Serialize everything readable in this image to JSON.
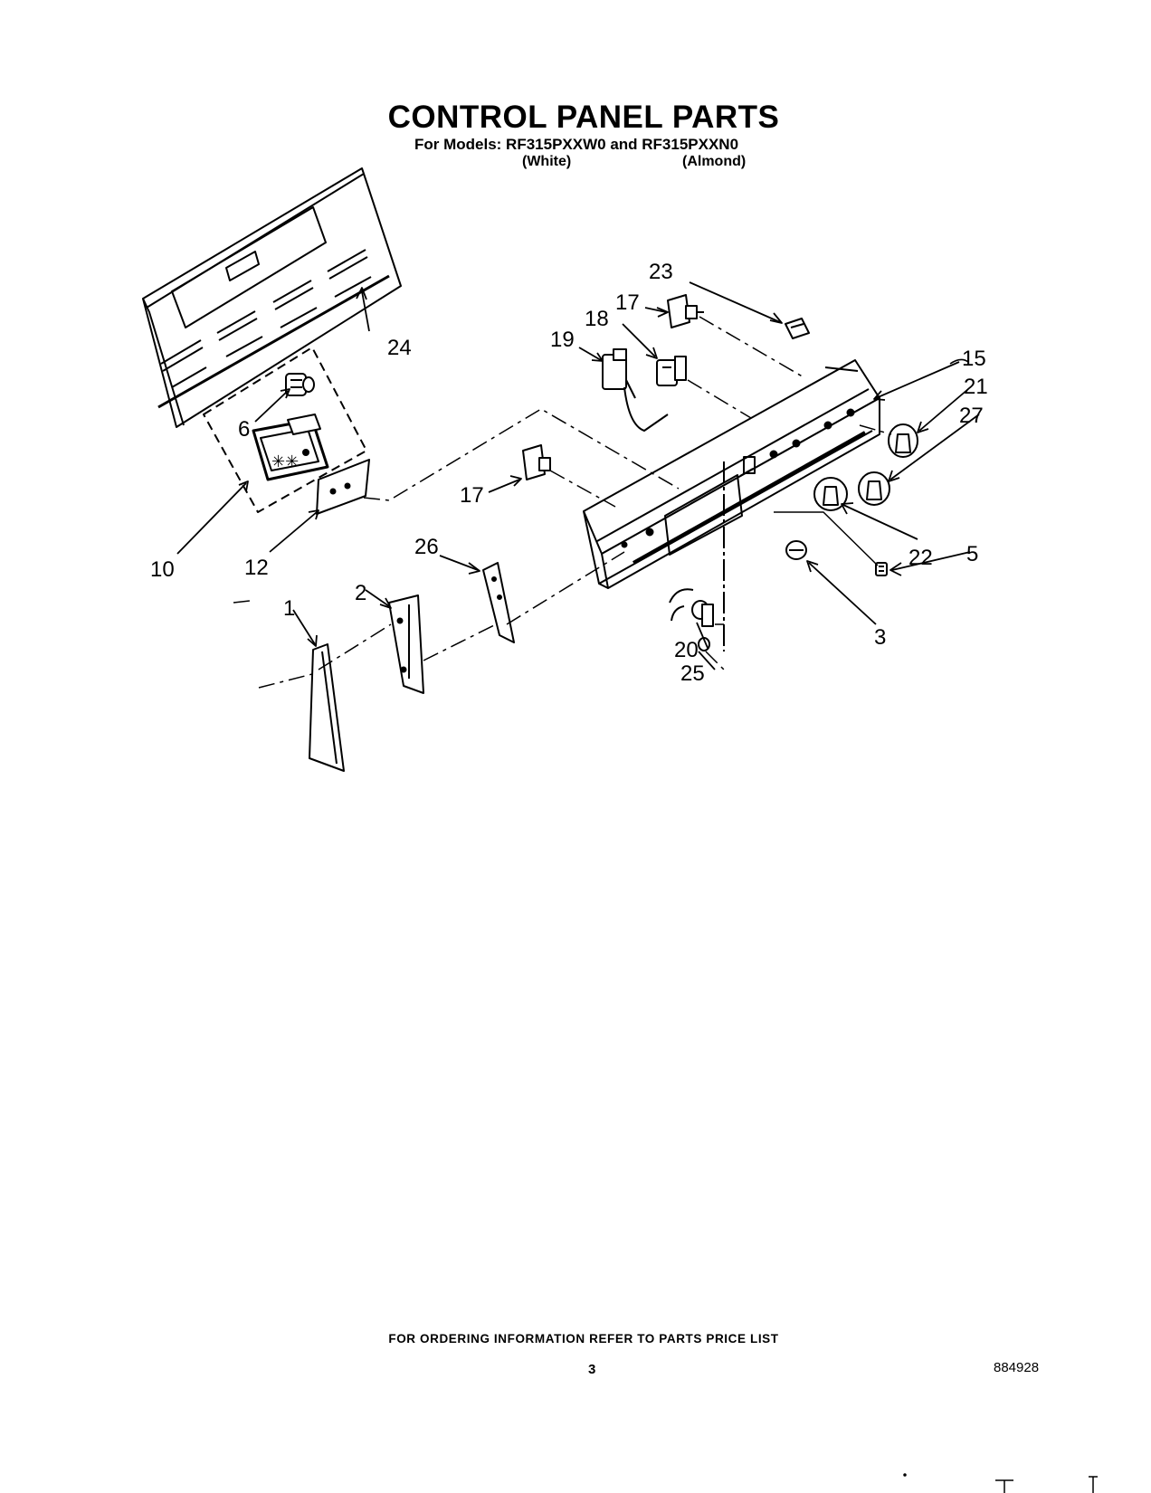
{
  "header": {
    "title": "CONTROL PANEL PARTS",
    "models_line": "For Models: RF315PXXW0 and RF315PXXN0",
    "color_white": "(White)",
    "color_almond": "(Almond)"
  },
  "callouts": {
    "p1": "1",
    "p2": "2",
    "p3": "3",
    "p5": "5",
    "p6": "6",
    "p10": "10",
    "p12": "12",
    "p15": "15",
    "p17a": "17",
    "p17b": "17",
    "p18": "18",
    "p19": "19",
    "p20": "20",
    "p21": "21",
    "p22": "22",
    "p23": "23",
    "p24": "24",
    "p25": "25",
    "p26": "26",
    "p27": "27"
  },
  "footer": {
    "ordering_info": "FOR ORDERING INFORMATION REFER TO PARTS PRICE LIST",
    "page_number": "3",
    "document_number": "884928"
  }
}
